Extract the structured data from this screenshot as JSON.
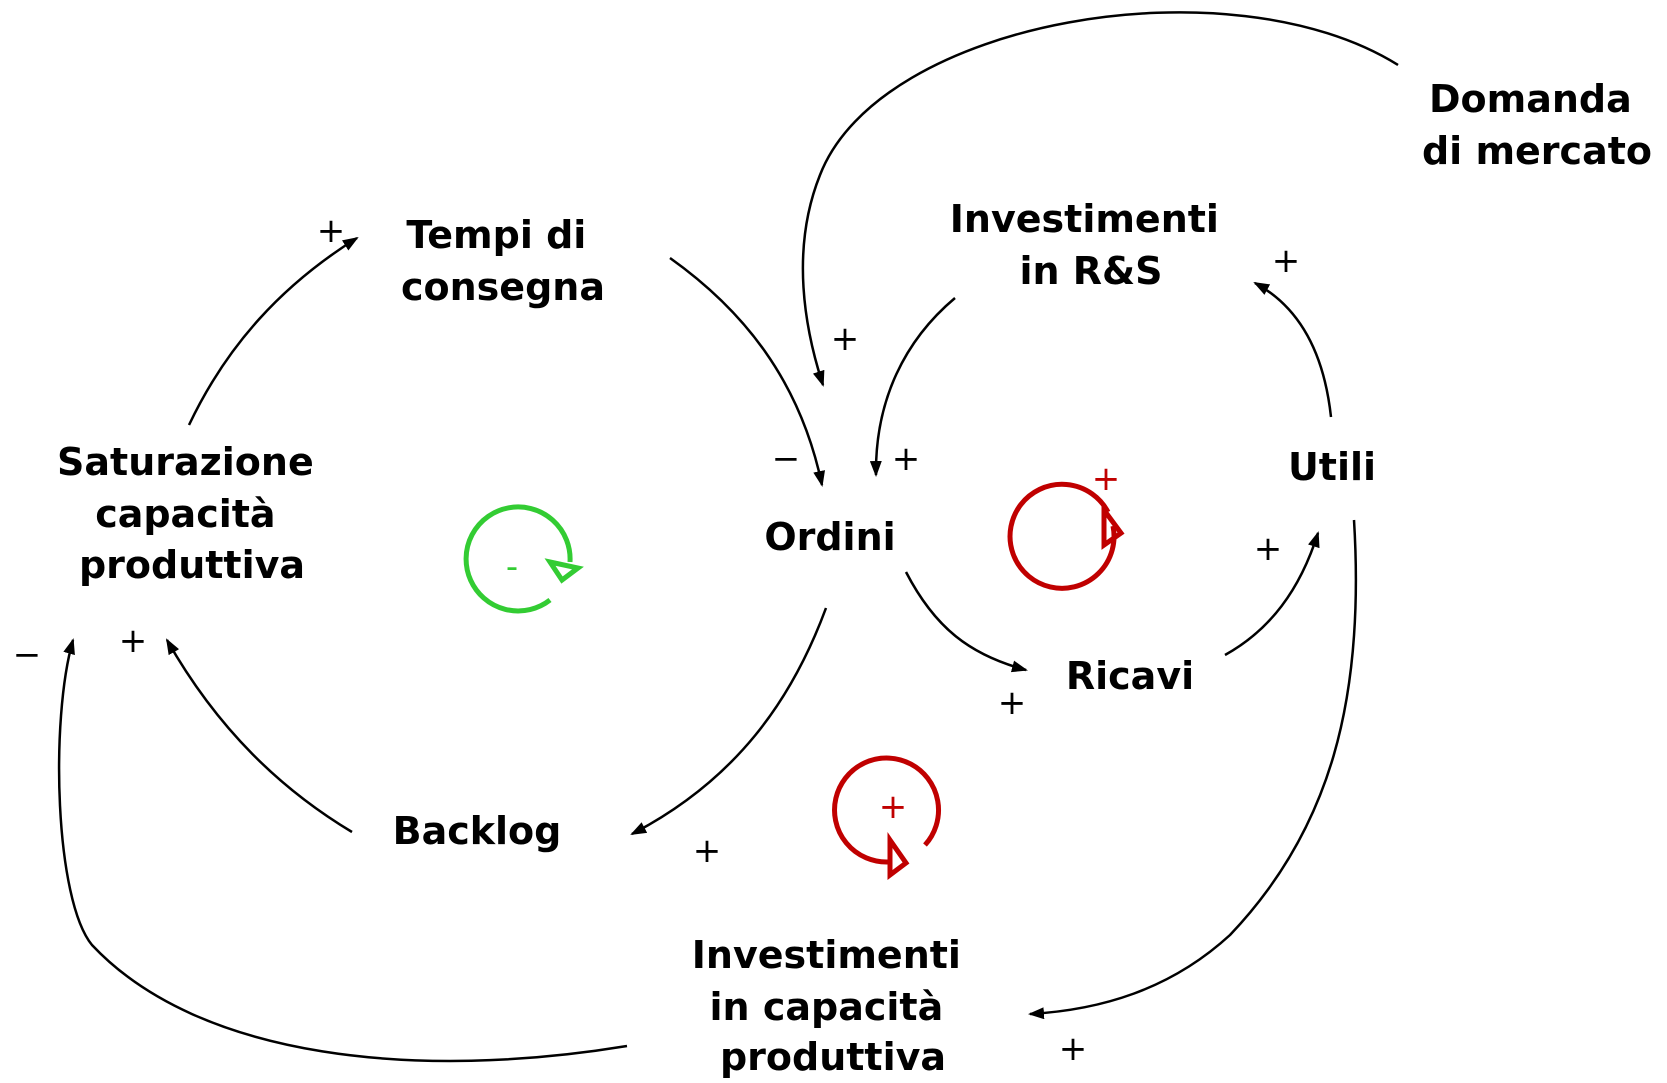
{
  "colors": {
    "line": "#000000",
    "reinforcing_loop": "#c00000",
    "balancing_loop": "#33cc33"
  },
  "nodes": {
    "tempi_di_consegna": [
      "Tempi di",
      "consegna"
    ],
    "saturazione": [
      "Saturazione",
      "capacità",
      "produttiva"
    ],
    "ordini": [
      "Ordini"
    ],
    "backlog": [
      "Backlog"
    ],
    "investimenti_rs": [
      "Investimenti",
      "in R&S"
    ],
    "domanda_di_mercato": [
      "Domanda",
      "di mercato"
    ],
    "utili": [
      "Utili"
    ],
    "ricavi": [
      "Ricavi"
    ],
    "investimenti_capacita": [
      "Investimenti",
      "in capacità",
      "produttiva"
    ]
  },
  "polarities": {
    "saturazione_to_tempi": "+",
    "tempi_to_ordini": "−",
    "domanda_to_ordini": "+",
    "rs_to_ordini": "+",
    "utili_to_rs": "+",
    "ordini_to_ricavi": "+",
    "ricavi_to_utili": "+",
    "ordini_to_backlog": "+",
    "backlog_to_saturazione": "+",
    "investcap_to_saturazione": "−",
    "utili_to_investcap": "+"
  },
  "loops": {
    "balancing": "-",
    "reinforcing_top": "+",
    "reinforcing_bottom": "+"
  }
}
